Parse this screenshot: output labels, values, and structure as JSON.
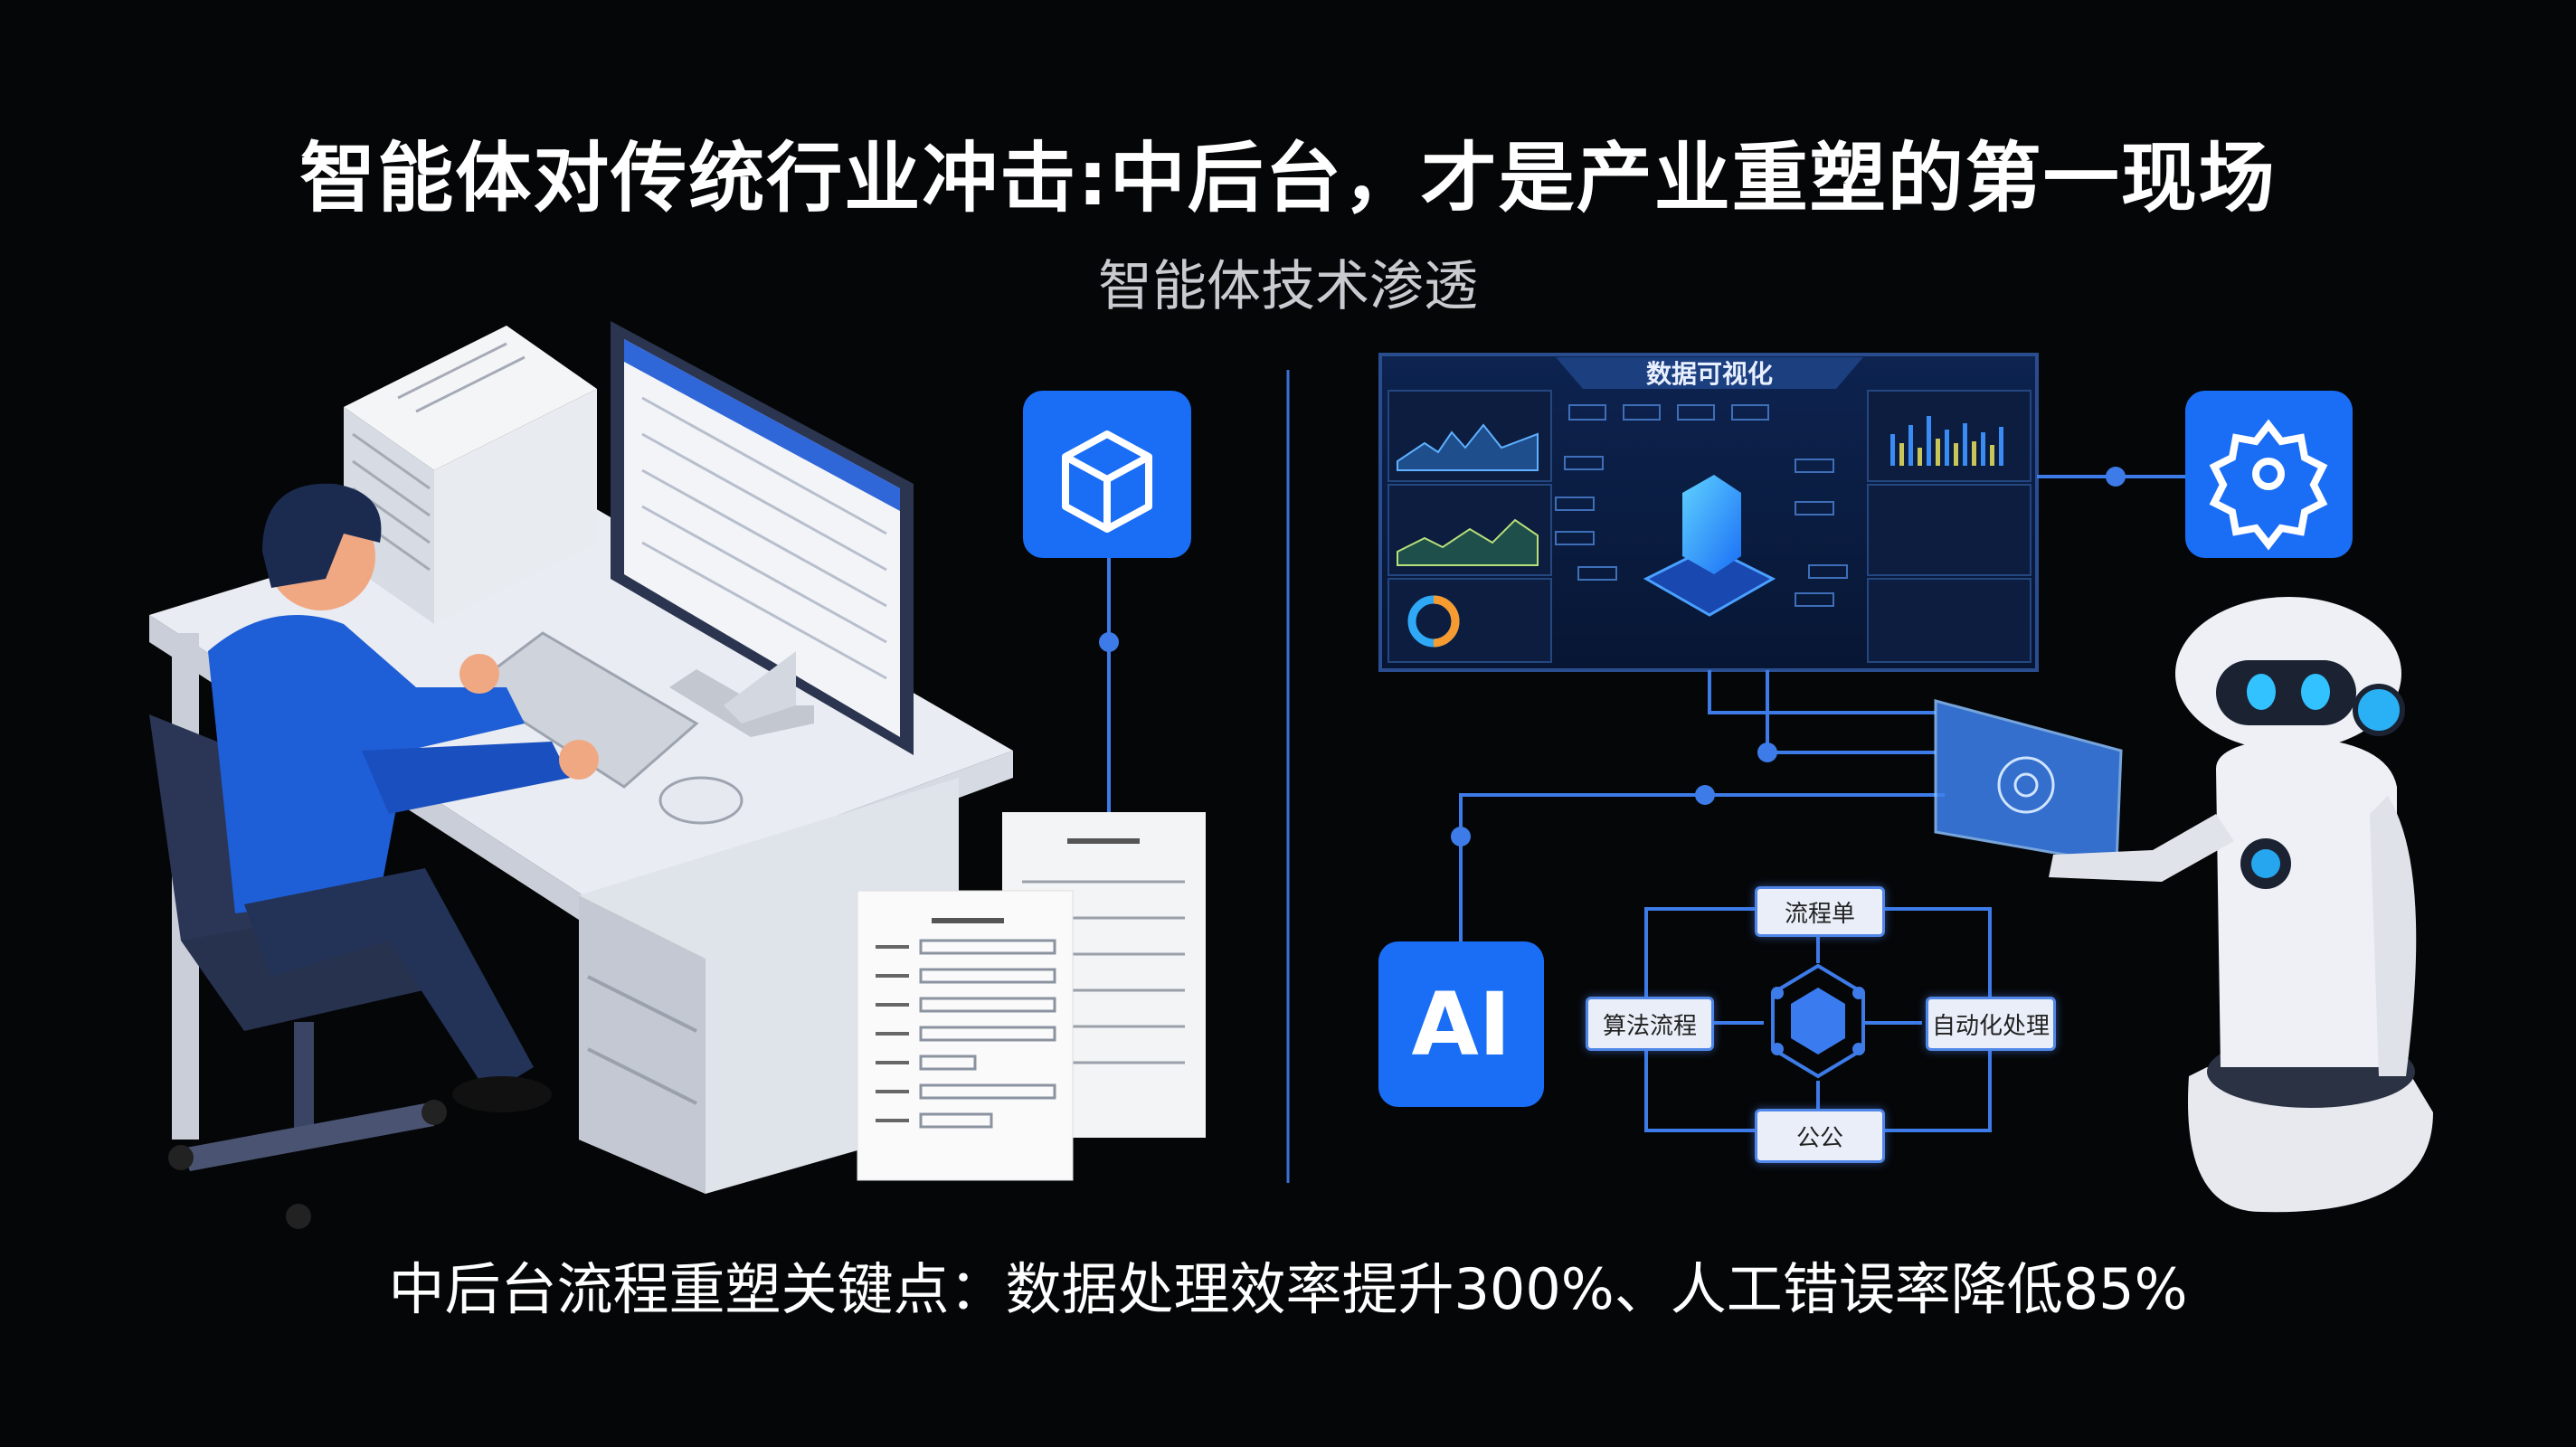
{
  "header": {
    "title": "智能体对传统行业冲击:中后台，才是产业重塑的第一现场",
    "subtitle": "智能体技术渗透"
  },
  "left_scene": {
    "icon": "cube-icon"
  },
  "right_scene": {
    "dashboard_title": "数据可视化",
    "agent_icon": "ai-gear-icon",
    "ai_badge": "AI",
    "flow": {
      "top": "流程单",
      "left": "算法流程",
      "right": "自动化处理",
      "bottom": "公公"
    }
  },
  "footer": {
    "caption": "中后台流程重塑关键点：数据处理效率提升300%、人工错误率降低85%"
  },
  "colors": {
    "background": "#050607",
    "accent": "#1a6ef5",
    "line": "#3d7be8"
  }
}
